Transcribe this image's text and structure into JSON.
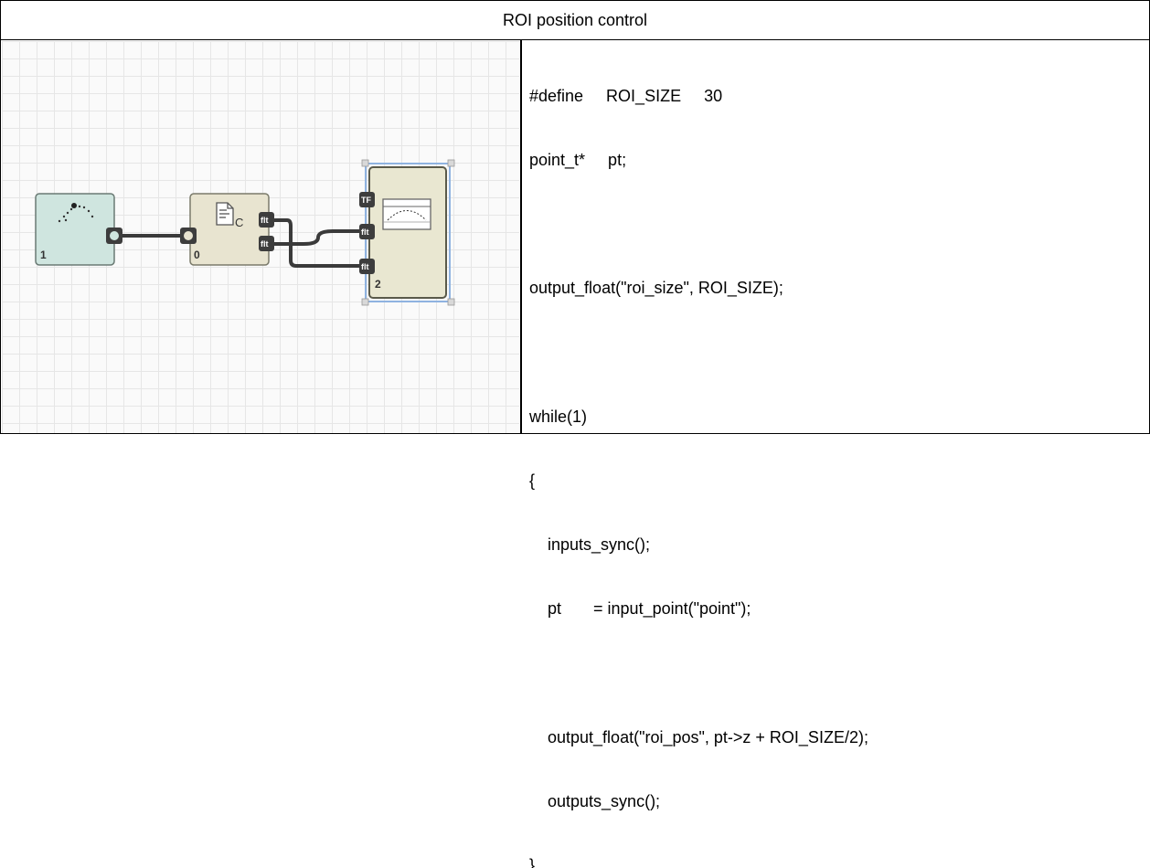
{
  "title": "ROI position control",
  "canvas": {
    "nodes": [
      {
        "name": "point-source-node",
        "id_label": "1",
        "icon": "scatter-plot-icon"
      },
      {
        "name": "c-script-node",
        "id_label": "0",
        "icon": "c-script-icon"
      },
      {
        "name": "scope-node",
        "id_label": "2",
        "icon": "graph-display-icon"
      }
    ],
    "port_labels": {
      "flt": "flt",
      "tf": "TF"
    }
  },
  "code_lines": [
    "#define     ROI_SIZE     30",
    "point_t*     pt;",
    "",
    "output_float(\"roi_size\", ROI_SIZE);",
    "",
    "while(1)",
    "{",
    "    inputs_sync();",
    "    pt       = input_point(\"point\");",
    "",
    "    output_float(\"roi_pos\", pt->z + ROI_SIZE/2);",
    "    outputs_sync();",
    "}"
  ]
}
